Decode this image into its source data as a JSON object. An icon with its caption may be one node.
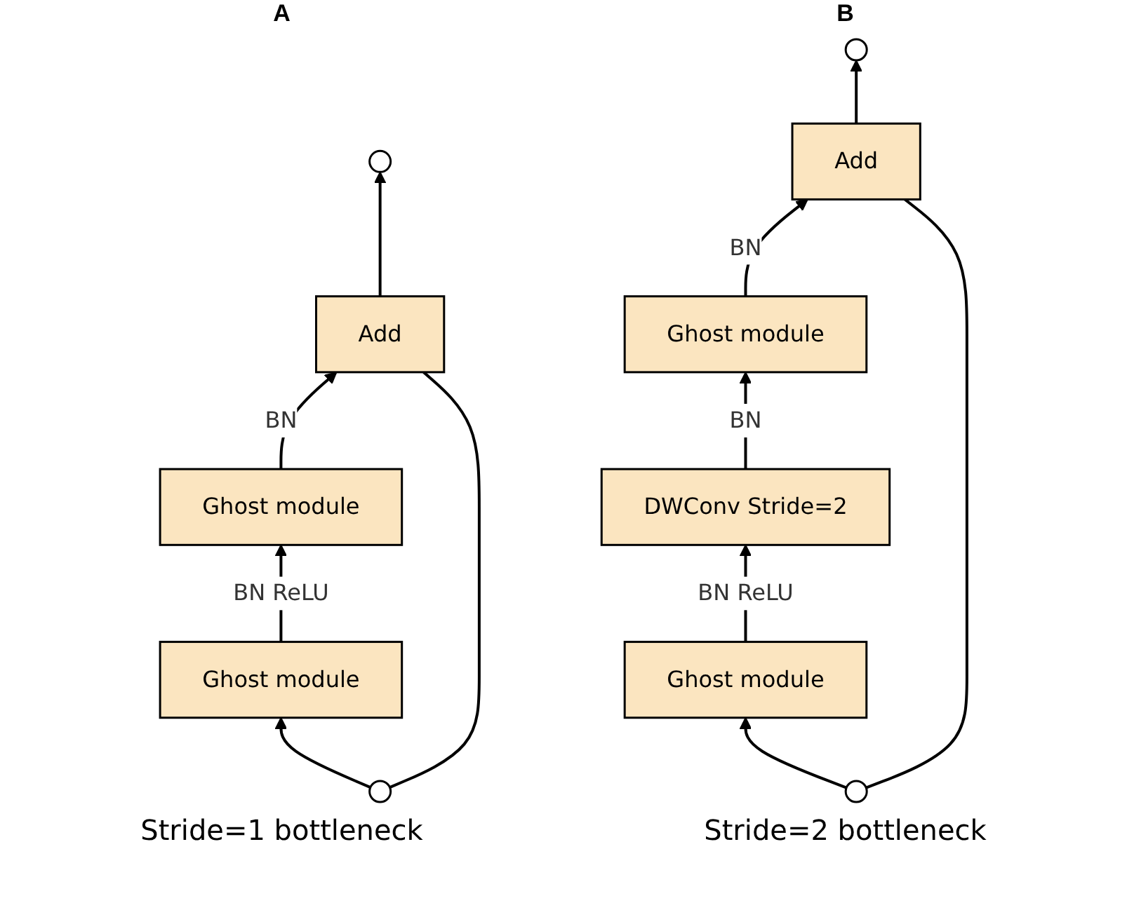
{
  "diagram": {
    "nodes": [
      {
        "text": [],
        "shape": "circle"
      },
      {
        "text": [
          "Add"
        ]
      },
      {
        "text": [
          "Ghost module"
        ]
      },
      {
        "text": [
          "Ghost module"
        ]
      },
      {
        "text": [],
        "shape": "circle"
      },
      {
        "text": [],
        "shape": "circle"
      },
      {
        "text": [
          "Add"
        ]
      },
      {
        "text": [
          "Ghost module"
        ]
      },
      {
        "text": [
          "DWConv Stride=2"
        ]
      },
      {
        "text": [
          "Ghost module"
        ]
      },
      {
        "text": [],
        "shape": "circle"
      }
    ],
    "edges": [
      {
        "from": 1,
        "to": 0,
        "arrow": "to"
      },
      {
        "from": 2,
        "to": 1,
        "arrow": "to",
        "label": "BN"
      },
      {
        "from": 3,
        "to": 2,
        "arrow": "to",
        "label": "BN ReLU"
      },
      {
        "from": 4,
        "to": 3,
        "arrow": "to"
      },
      {
        "from": 4,
        "to": 1,
        "arrow": "none"
      },
      {
        "from": 6,
        "to": 5,
        "arrow": "to"
      },
      {
        "from": 7,
        "to": 6,
        "arrow": "to",
        "label": "BN"
      },
      {
        "from": 8,
        "to": 7,
        "arrow": "to",
        "label": "BN"
      },
      {
        "from": 9,
        "to": 8,
        "arrow": "to",
        "label": "BN ReLU"
      },
      {
        "from": 10,
        "to": 9,
        "arrow": "to"
      },
      {
        "from": 10,
        "to": 6,
        "arrow": "none"
      }
    ],
    "labels": [
      "A",
      "B",
      "Stride=1 bottleneck",
      "Stride=2 bottleneck"
    ]
  }
}
